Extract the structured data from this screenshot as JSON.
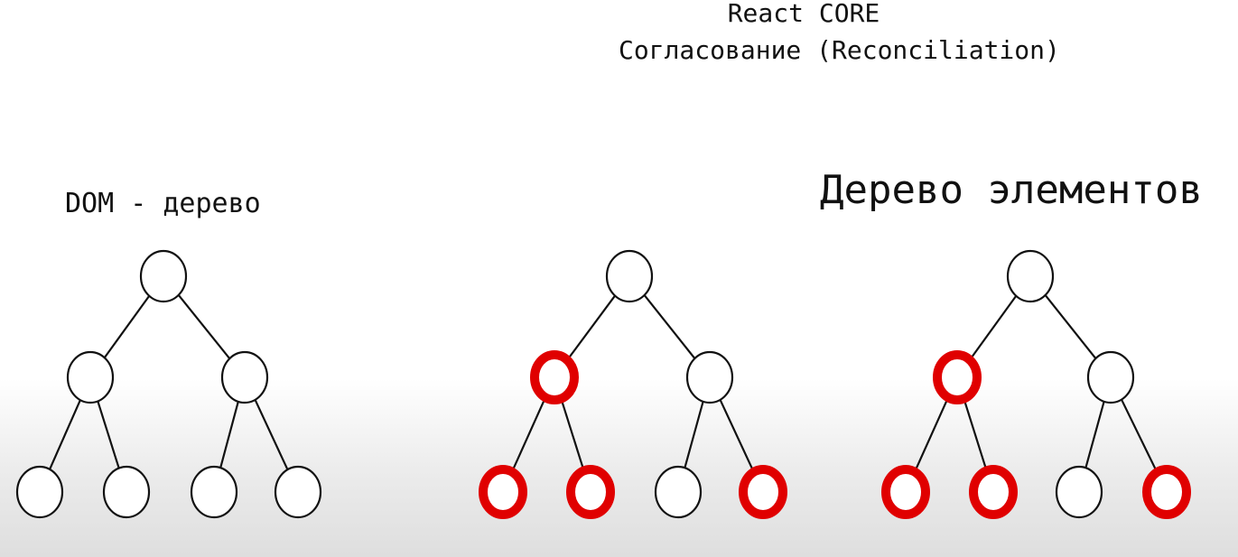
{
  "header": {
    "line1": "React CORE",
    "line2": "Согласование (Reconciliation)"
  },
  "labels": {
    "dom_tree": "DOM - дерево",
    "element_tree": "Дерево элементов"
  },
  "colors": {
    "node_stroke": "#111111",
    "highlight": "#e00000",
    "edge": "#111111"
  },
  "trees": [
    {
      "name": "dom-tree",
      "highlighted": []
    },
    {
      "name": "element-tree-1",
      "highlighted": [
        "left-child",
        "leaf-1",
        "leaf-2",
        "leaf-4"
      ]
    },
    {
      "name": "element-tree-2",
      "highlighted": [
        "left-child",
        "leaf-1",
        "leaf-2",
        "leaf-4"
      ]
    }
  ]
}
